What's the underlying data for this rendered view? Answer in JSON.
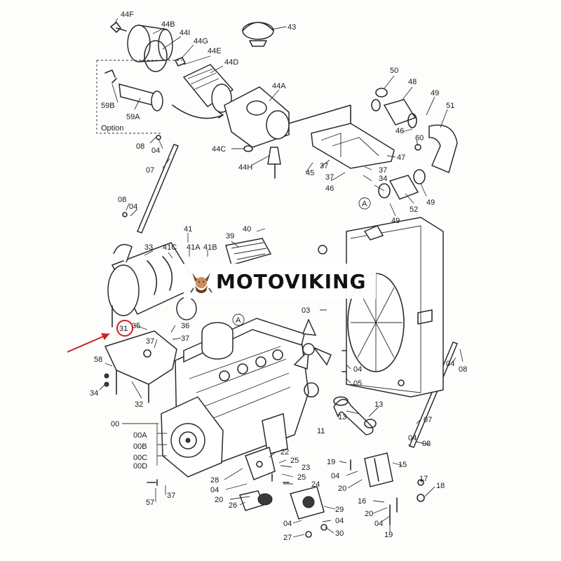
{
  "brand": {
    "name": "MOTOVIKING",
    "highlight_color": "#d0201f"
  },
  "option_box_label": "Option",
  "callouts": [
    {
      "id": "44F",
      "text": "44F"
    },
    {
      "id": "44B",
      "text": "44B"
    },
    {
      "id": "44I",
      "text": "44I"
    },
    {
      "id": "44G",
      "text": "44G"
    },
    {
      "id": "44E",
      "text": "44E"
    },
    {
      "id": "44D",
      "text": "44D"
    },
    {
      "id": "43",
      "text": "43"
    },
    {
      "id": "44A",
      "text": "44A"
    },
    {
      "id": "59B",
      "text": "59B"
    },
    {
      "id": "59A",
      "text": "59A"
    },
    {
      "id": "08a",
      "text": "08"
    },
    {
      "id": "04a",
      "text": "04"
    },
    {
      "id": "44C",
      "text": "44C"
    },
    {
      "id": "44H",
      "text": "44H"
    },
    {
      "id": "07a",
      "text": "07"
    },
    {
      "id": "08b",
      "text": "08"
    },
    {
      "id": "04b",
      "text": "04"
    },
    {
      "id": "50",
      "text": "50"
    },
    {
      "id": "48",
      "text": "48"
    },
    {
      "id": "49a",
      "text": "49"
    },
    {
      "id": "51",
      "text": "51"
    },
    {
      "id": "46a",
      "text": "46"
    },
    {
      "id": "60",
      "text": "60"
    },
    {
      "id": "47",
      "text": "47"
    },
    {
      "id": "45",
      "text": "45"
    },
    {
      "id": "37a",
      "text": "37"
    },
    {
      "id": "37b",
      "text": "37"
    },
    {
      "id": "46b",
      "text": "46"
    },
    {
      "id": "37c",
      "text": "37"
    },
    {
      "id": "34a",
      "text": "34"
    },
    {
      "id": "49b",
      "text": "49"
    },
    {
      "id": "52",
      "text": "52"
    },
    {
      "id": "49c",
      "text": "49"
    },
    {
      "id": "A1",
      "text": "A"
    },
    {
      "id": "41",
      "text": "41"
    },
    {
      "id": "39",
      "text": "39"
    },
    {
      "id": "40",
      "text": "40"
    },
    {
      "id": "33",
      "text": "33"
    },
    {
      "id": "41C",
      "text": "41C"
    },
    {
      "id": "41A",
      "text": "41A"
    },
    {
      "id": "41B",
      "text": "41B"
    },
    {
      "id": "03",
      "text": "03"
    },
    {
      "id": "31",
      "text": "31"
    },
    {
      "id": "35",
      "text": "35"
    },
    {
      "id": "36",
      "text": "36"
    },
    {
      "id": "37d",
      "text": "37"
    },
    {
      "id": "37e",
      "text": "37"
    },
    {
      "id": "A2",
      "text": "A"
    },
    {
      "id": "58",
      "text": "58"
    },
    {
      "id": "34b",
      "text": "34"
    },
    {
      "id": "32",
      "text": "32"
    },
    {
      "id": "04c",
      "text": "04"
    },
    {
      "id": "05",
      "text": "05"
    },
    {
      "id": "04d",
      "text": "04"
    },
    {
      "id": "08c",
      "text": "08"
    },
    {
      "id": "13a",
      "text": "13"
    },
    {
      "id": "13b",
      "text": "13"
    },
    {
      "id": "11",
      "text": "11"
    },
    {
      "id": "07b",
      "text": "07"
    },
    {
      "id": "00",
      "text": "00"
    },
    {
      "id": "00A",
      "text": "00A"
    },
    {
      "id": "00B",
      "text": "00B"
    },
    {
      "id": "00C",
      "text": "00C"
    },
    {
      "id": "00D",
      "text": "00D"
    },
    {
      "id": "22",
      "text": "22"
    },
    {
      "id": "25a",
      "text": "25"
    },
    {
      "id": "23",
      "text": "23"
    },
    {
      "id": "25b",
      "text": "25"
    },
    {
      "id": "24",
      "text": "24"
    },
    {
      "id": "28",
      "text": "28"
    },
    {
      "id": "04e",
      "text": "04"
    },
    {
      "id": "20a",
      "text": "20"
    },
    {
      "id": "19a",
      "text": "19"
    },
    {
      "id": "04f",
      "text": "04"
    },
    {
      "id": "20b",
      "text": "20"
    },
    {
      "id": "15",
      "text": "15"
    },
    {
      "id": "04g",
      "text": "04"
    },
    {
      "id": "08d",
      "text": "08"
    },
    {
      "id": "17",
      "text": "17"
    },
    {
      "id": "18",
      "text": "18"
    },
    {
      "id": "16",
      "text": "16"
    },
    {
      "id": "20c",
      "text": "20"
    },
    {
      "id": "04h",
      "text": "04"
    },
    {
      "id": "19b",
      "text": "19"
    },
    {
      "id": "26",
      "text": "26"
    },
    {
      "id": "29",
      "text": "29"
    },
    {
      "id": "04i",
      "text": "04"
    },
    {
      "id": "04j",
      "text": "04"
    },
    {
      "id": "27",
      "text": "27"
    },
    {
      "id": "30",
      "text": "30"
    },
    {
      "id": "57",
      "text": "57"
    },
    {
      "id": "37f",
      "text": "37"
    }
  ],
  "highlight_part": "31"
}
